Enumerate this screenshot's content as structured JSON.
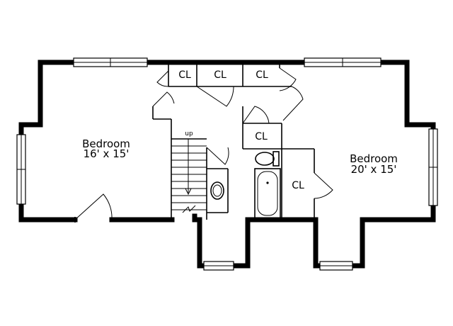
{
  "rooms": {
    "bedroom_left": {
      "name": "Bedroom",
      "size": "16' x 15'"
    },
    "bedroom_right": {
      "name": "Bedroom",
      "size": "20' x 15'"
    }
  },
  "closets": {
    "cl_1": "CL",
    "cl_2": "CL",
    "cl_3": "CL",
    "cl_4": "CL",
    "cl_5": "CL"
  },
  "stair": {
    "label": "up"
  }
}
